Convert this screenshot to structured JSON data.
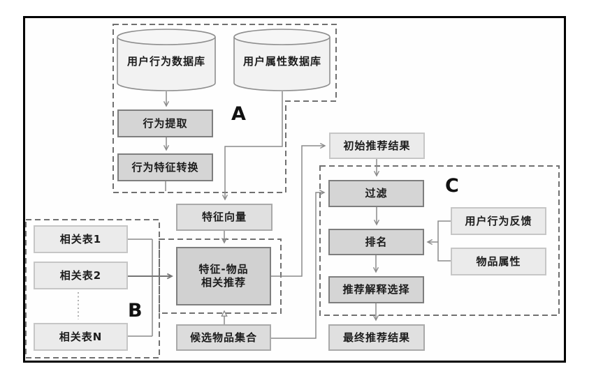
{
  "diagram": {
    "sections": {
      "a": {
        "label": "A"
      },
      "b": {
        "label": "B"
      },
      "c": {
        "label": "C"
      }
    },
    "nodes": {
      "user_behavior_db": {
        "label": "用户行为数据库",
        "shape": "cylinder"
      },
      "user_attribute_db": {
        "label": "用户属性数据库",
        "shape": "cylinder"
      },
      "behavior_extraction": {
        "label": "行为提取"
      },
      "behavior_feature_conversion": {
        "label": "行为特征转换"
      },
      "feature_vector": {
        "label": "特征向量"
      },
      "initial_results": {
        "label": "初始推荐结果"
      },
      "filter": {
        "label": "过滤"
      },
      "ranking": {
        "label": "排名"
      },
      "explanation_selection": {
        "label": "推荐解释选择"
      },
      "final_results": {
        "label": "最终推荐结果"
      },
      "user_feedback": {
        "label": "用户行为反馈"
      },
      "item_attributes": {
        "label": "物品属性"
      },
      "related_table_1": {
        "label": "相关表1"
      },
      "related_table_2": {
        "label": "相关表2"
      },
      "related_table_n": {
        "label": "相关表N"
      },
      "feature_item_recommend": {
        "label_line1": "特征-物品",
        "label_line2": "相关推荐"
      },
      "candidate_items": {
        "label": "候选物品集合"
      }
    },
    "colors": {
      "frame_border": "#000000",
      "dashed_border": "#707070",
      "connector": "#8a8a8a",
      "node_dark_fill": "#d5d5d5",
      "node_dark_border": "#7e7e7e",
      "node_mid_fill": "#e0e0e0",
      "node_mid_border": "#a9a9a9",
      "node_light_fill": "#ebebeb",
      "node_light_border": "#c6c6c6",
      "cylinder_fill": "#f2f2f2",
      "text": "#1c1c1c"
    }
  }
}
